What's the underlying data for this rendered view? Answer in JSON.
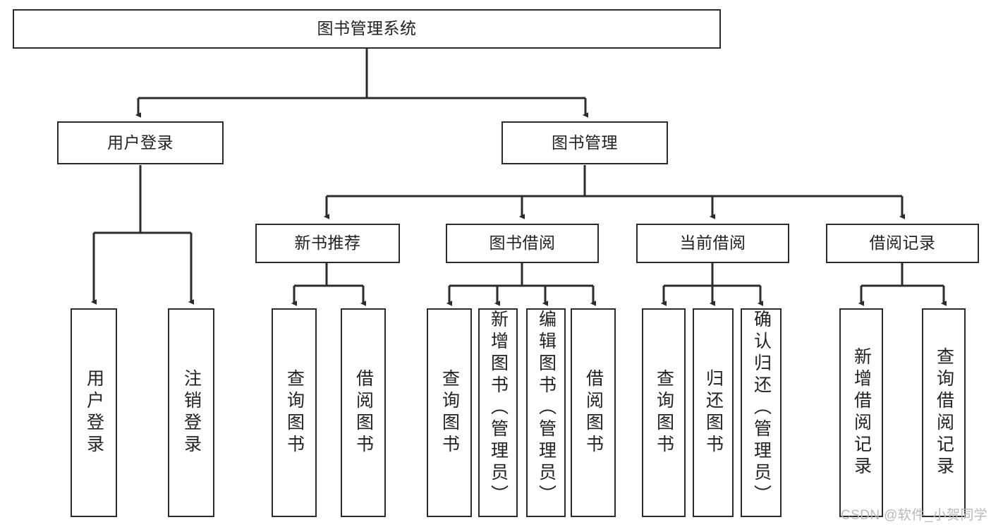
{
  "diagram": {
    "title": "图书管理系统",
    "type": "tree",
    "stroke_color": "#2b2b2b",
    "text_color": "#222222",
    "background_color": "#ffffff",
    "watermark": "CSDN @软件_小贺同学",
    "watermark_color": "#b9b9b9",
    "levels": {
      "level1": [
        {
          "id": "root",
          "label": "图书管理系统",
          "orientation": "horizontal"
        }
      ],
      "level2": [
        {
          "id": "user-login",
          "label": "用户登录",
          "orientation": "horizontal"
        },
        {
          "id": "book-manage",
          "label": "图书管理",
          "orientation": "horizontal"
        }
      ],
      "level3": [
        {
          "id": "new-book-recommend",
          "label": "新书推荐",
          "orientation": "horizontal"
        },
        {
          "id": "book-borrow",
          "label": "图书借阅",
          "orientation": "horizontal"
        },
        {
          "id": "current-borrow",
          "label": "当前借阅",
          "orientation": "horizontal"
        },
        {
          "id": "borrow-record",
          "label": "借阅记录",
          "orientation": "horizontal"
        }
      ],
      "level4": [
        {
          "id": "leaf-user-login",
          "label": "用户登录",
          "orientation": "vertical",
          "parent": "user-login"
        },
        {
          "id": "leaf-logout",
          "label": "注销登录",
          "orientation": "vertical",
          "parent": "user-login"
        },
        {
          "id": "leaf-query-book-1",
          "label": "查询图书",
          "orientation": "vertical",
          "parent": "new-book-recommend"
        },
        {
          "id": "leaf-borrow-book-1",
          "label": "借阅图书",
          "orientation": "vertical",
          "parent": "new-book-recommend"
        },
        {
          "id": "leaf-query-book-2",
          "label": "查询图书",
          "orientation": "vertical",
          "parent": "book-borrow"
        },
        {
          "id": "leaf-add-book",
          "label": "新增图书（管理员）",
          "orientation": "vertical",
          "parent": "book-borrow"
        },
        {
          "id": "leaf-edit-book",
          "label": "编辑图书（管理员）",
          "orientation": "vertical",
          "parent": "book-borrow"
        },
        {
          "id": "leaf-borrow-book-2",
          "label": "借阅图书",
          "orientation": "vertical",
          "parent": "book-borrow"
        },
        {
          "id": "leaf-query-book-3",
          "label": "查询图书",
          "orientation": "vertical",
          "parent": "current-borrow"
        },
        {
          "id": "leaf-return-book",
          "label": "归还图书",
          "orientation": "vertical",
          "parent": "current-borrow"
        },
        {
          "id": "leaf-confirm-return",
          "label": "确认归还（管理员）",
          "orientation": "vertical",
          "parent": "current-borrow"
        },
        {
          "id": "leaf-add-record",
          "label": "新增借阅记录",
          "orientation": "vertical",
          "parent": "borrow-record"
        },
        {
          "id": "leaf-query-record",
          "label": "查询借阅记录",
          "orientation": "vertical",
          "parent": "borrow-record"
        }
      ]
    }
  }
}
